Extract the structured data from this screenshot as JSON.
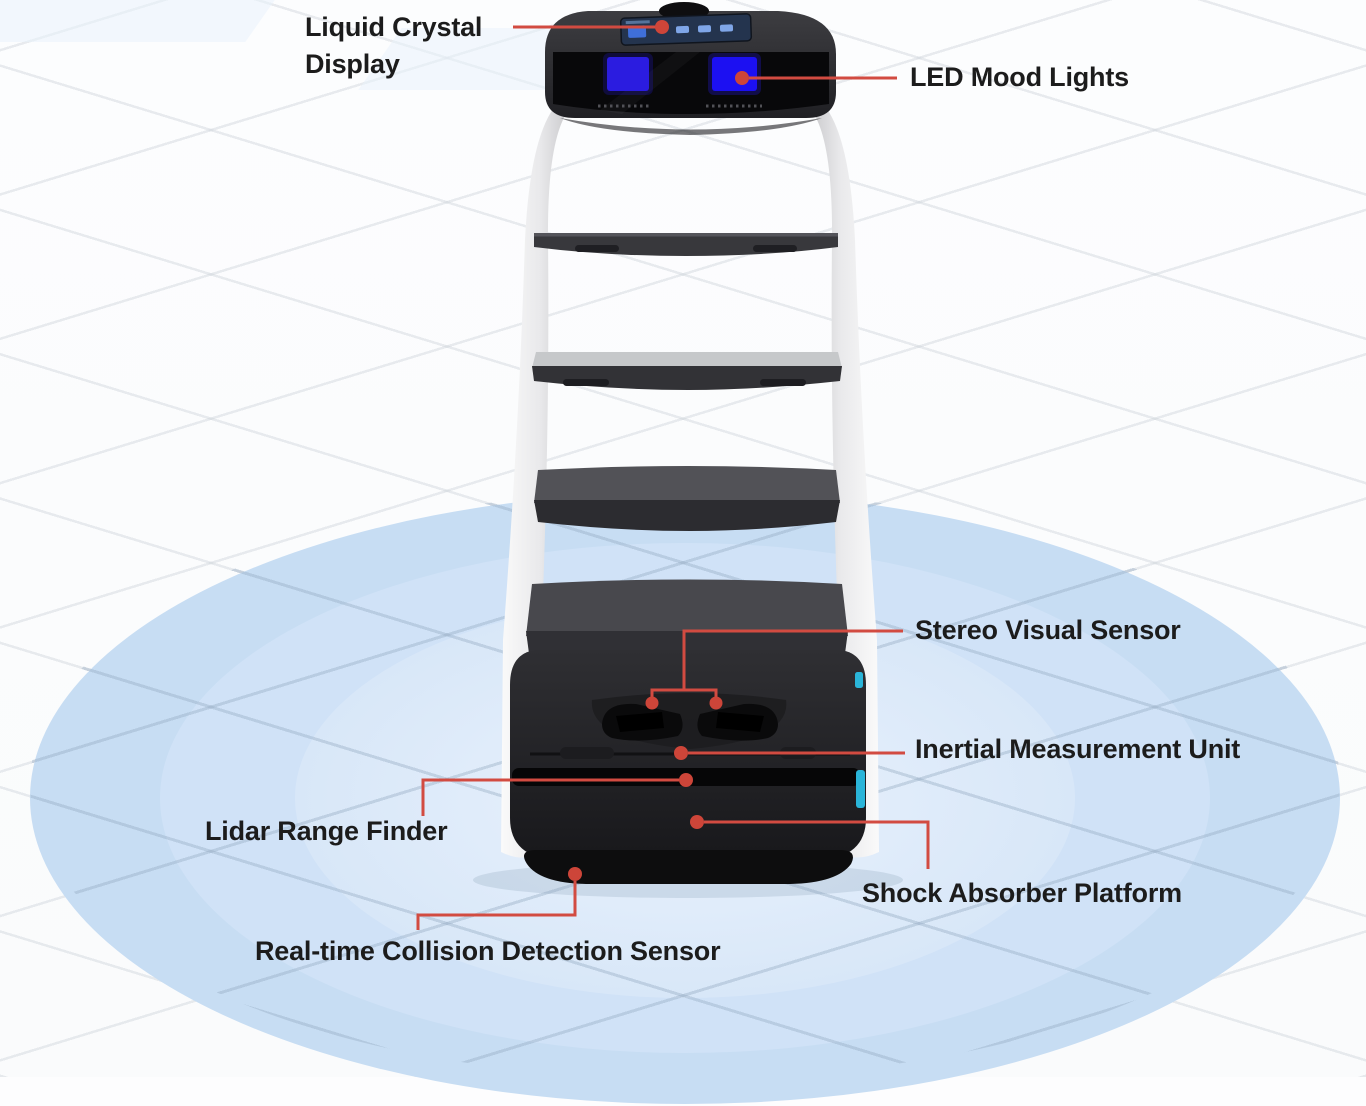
{
  "diagram": {
    "subject": "Delivery service robot feature diagram",
    "labels": [
      {
        "id": "liquid-crystal-display",
        "text": "Liquid Crystal Display"
      },
      {
        "id": "led-mood-lights",
        "text": "LED Mood Lights"
      },
      {
        "id": "stereo-visual-sensor",
        "text": "Stereo Visual Sensor"
      },
      {
        "id": "inertial-measurement-unit",
        "text": "Inertial Measurement Unit"
      },
      {
        "id": "lidar-range-finder",
        "text": "Lidar Range Finder"
      },
      {
        "id": "shock-absorber-platform",
        "text": "Shock Absorber Platform"
      },
      {
        "id": "real-time-collision-detection-sensor",
        "text": "Real-time Collision Detection Sensor"
      }
    ],
    "colors": {
      "callout_red": "#d24b41",
      "label_text": "#1c1c1c",
      "led_blue": "#1c10f2",
      "spotlight_blue": "#c7ddf3",
      "accent_cyan": "#2ab5d9",
      "robot_body_dark": "#222226",
      "robot_frame_silver": "#e8e8ea"
    }
  }
}
